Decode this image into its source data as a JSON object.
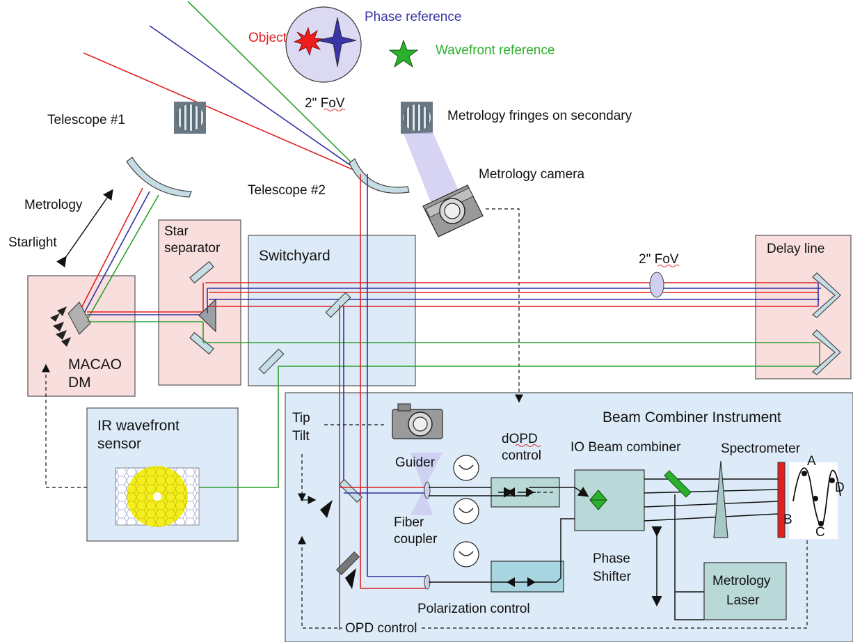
{
  "colors": {
    "object": "#e02020",
    "phase_reference": "#3a35a6",
    "wavefront_reference": "#2ab02a",
    "pink_box": "#f9dede",
    "blue_box": "#dcebf7"
  },
  "sky": {
    "object": "Object",
    "phase_reference": "Phase reference",
    "wavefront_reference": "Wavefront reference",
    "fov_top": "2\" FoV"
  },
  "telescopes": {
    "t1": "Telescope #1",
    "t2": "Telescope #2",
    "metrology_fringes": "Metrology fringes on secondary",
    "metrology_camera": "Metrology camera"
  },
  "side": {
    "metrology": "Metrology",
    "starlight": "Starlight"
  },
  "boxes": {
    "star_separator_1": "Star",
    "star_separator_2": "separator",
    "switchyard": "Switchyard",
    "delay_line": "Delay line",
    "fov_mid": "2\" FoV",
    "macao_1": "MACAO",
    "macao_2": "DM",
    "irws_1": "IR wavefront",
    "irws_2": "sensor"
  },
  "bci": {
    "title": "Beam Combiner Instrument",
    "tip": "Tip",
    "tilt": "Tilt",
    "dopd_1": "dOPD",
    "dopd_2": "control",
    "io_combiner": "IO Beam combiner",
    "spectrometer": "Spectrometer",
    "guider": "Guider",
    "fiber_1": "Fiber",
    "fiber_2": "coupler",
    "phase_1": "Phase",
    "phase_2": "Shifter",
    "metrology_laser_1": "Metrology",
    "metrology_laser_2": "Laser",
    "polarization": "Polarization control",
    "opd_control": "OPD control",
    "fringe_A": "A",
    "fringe_B": "B",
    "fringe_C": "C",
    "fringe_D": "D"
  }
}
